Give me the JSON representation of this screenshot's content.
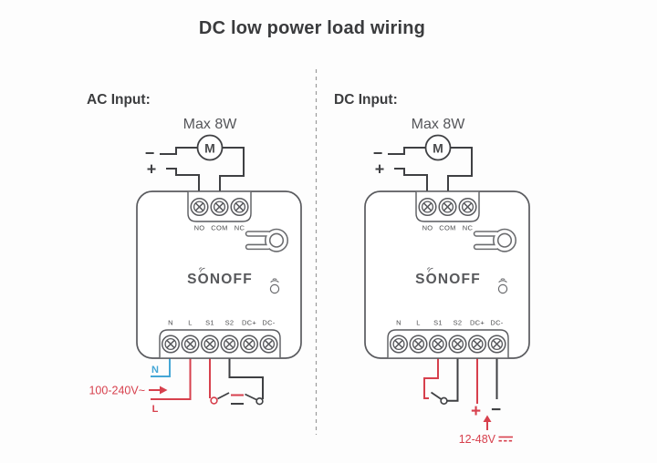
{
  "title": "DC low power load wiring",
  "colors": {
    "red": "#d7404d",
    "blue": "#45a7d6",
    "dark": "#3f4043",
    "gray": "#595a5e"
  },
  "panels": {
    "ac": {
      "heading": "AC Input:",
      "max_power": "Max 8W",
      "motor": "M",
      "minus": "−",
      "plus": "+",
      "top_terminals": [
        "NO",
        "COM",
        "NC"
      ],
      "bottom_terminals": [
        "N",
        "L",
        "S1",
        "S2",
        "DC+",
        "DC-"
      ],
      "brand": "SONOFF",
      "neutral": "N",
      "line": "L",
      "supply": "100-240V~"
    },
    "dc": {
      "heading": "DC Input:",
      "max_power": "Max 8W",
      "motor": "M",
      "minus": "−",
      "plus": "+",
      "top_terminals": [
        "NO",
        "COM",
        "NC"
      ],
      "bottom_terminals": [
        "N",
        "L",
        "S1",
        "S2",
        "DC+",
        "DC-"
      ],
      "brand": "SONOFF",
      "dc_plus": "+",
      "dc_minus": "−",
      "supply": "12-48V"
    }
  }
}
